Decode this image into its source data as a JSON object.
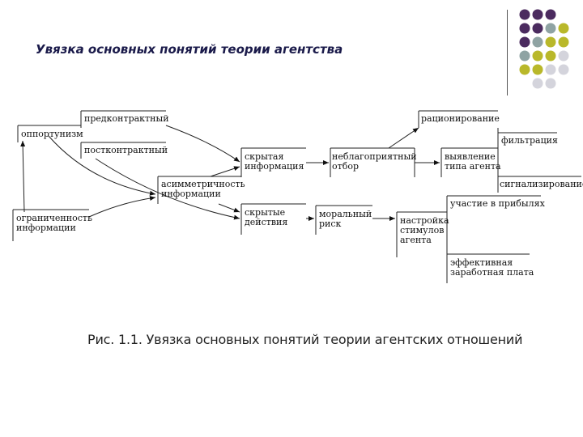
{
  "slide": {
    "title": "Увязка основных понятий теории агентства",
    "caption": "Рис. 1.1. Увязка основных понятий теории агентских отношений"
  },
  "decor": {
    "dot_colors": [
      "#4b2b5f",
      "#8fa3a3",
      "#b9b82a",
      "#d4d4dc"
    ],
    "dot_grid": [
      [
        0,
        0,
        0,
        null
      ],
      [
        0,
        0,
        1,
        2
      ],
      [
        0,
        1,
        2,
        2
      ],
      [
        1,
        2,
        2,
        3
      ],
      [
        2,
        2,
        3,
        3
      ],
      [
        null,
        3,
        3,
        null
      ]
    ]
  },
  "nodes": {
    "opportunism": "оппортунизм",
    "pre_contract": "предконтрактный",
    "post_contract": "постконтрактный",
    "bounded_info": "ограниченность\nинформации",
    "asymmetry": "асимметричность\nинформации",
    "hidden_info": "скрытая\nинформация",
    "hidden_actions": "скрытые\nдействия",
    "adverse_selection": "неблагоприятный\nотбор",
    "moral_hazard": "моральный\nриск",
    "rationing": "рационирование",
    "filtering": "фильтрация",
    "agent_type": "выявление\nтипа агента",
    "signaling": "сигнализирование",
    "profit_sharing": "участие в прибылях",
    "incentives": "настройка\nстимулов\nагента",
    "efficiency_wage": "эффективная\nзаработная плата"
  }
}
